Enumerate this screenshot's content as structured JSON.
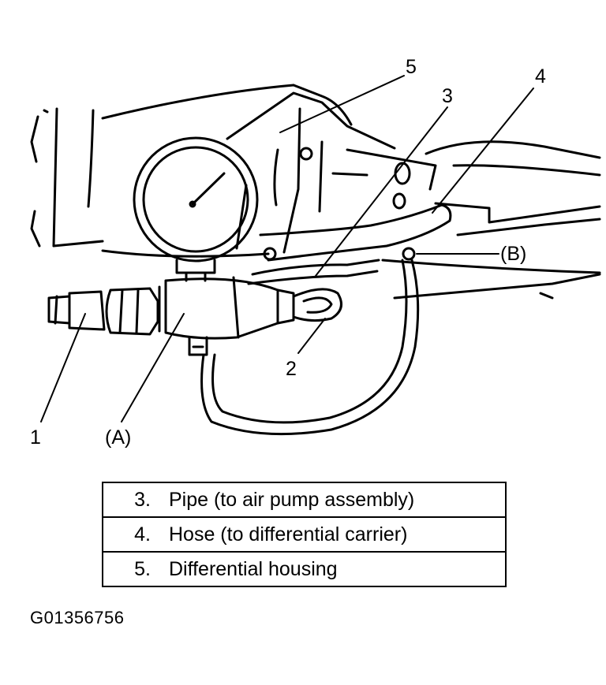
{
  "diagram": {
    "callouts": {
      "c1": "1",
      "c2": "2",
      "c3": "3",
      "c4": "4",
      "c5": "5",
      "cA": "(A)",
      "cB": "(B)"
    }
  },
  "legend": {
    "rows": [
      {
        "num": "3.",
        "text": "Pipe (to air pump assembly)"
      },
      {
        "num": "4.",
        "text": "Hose (to differential carrier)"
      },
      {
        "num": "5.",
        "text": "Differential housing"
      }
    ]
  },
  "figure_id": "G01356756"
}
